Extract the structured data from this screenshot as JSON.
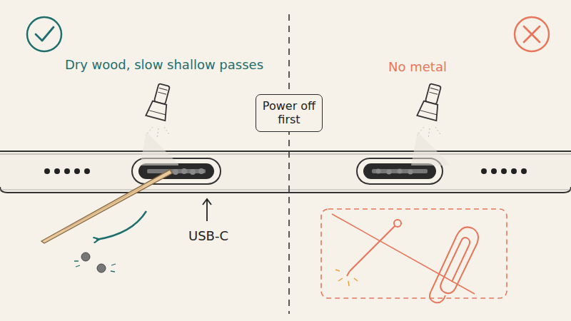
{
  "diagram": {
    "nodes": [
      {
        "text": [
          "Power off first"
        ]
      }
    ],
    "labels": [
      "Dry wood, slow shallow passes",
      "No metal",
      "USB-C"
    ]
  }
}
